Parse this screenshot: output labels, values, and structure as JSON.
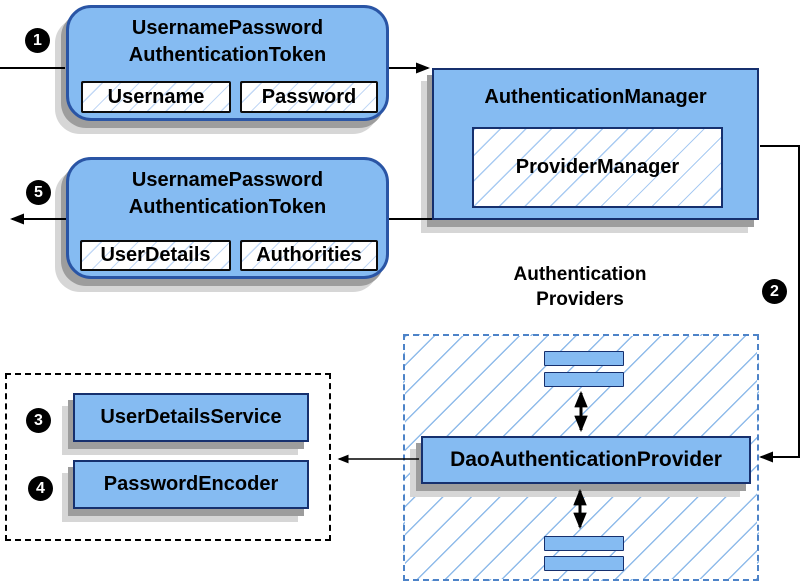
{
  "badges": [
    {
      "number": "1"
    },
    {
      "number": "2"
    },
    {
      "number": "3"
    },
    {
      "number": "4"
    },
    {
      "number": "5"
    }
  ],
  "nodes": {
    "request_token": {
      "title_line1": "UsernamePassword",
      "title_line2": "AuthenticationToken",
      "fields": [
        "Username",
        "Password"
      ]
    },
    "authentication_manager": {
      "title": "AuthenticationManager",
      "inner": "ProviderManager"
    },
    "result_token": {
      "title_line1": "UsernamePassword",
      "title_line2": "AuthenticationToken",
      "fields": [
        "UserDetails",
        "Authorities"
      ]
    },
    "providers_group": {
      "label_line1": "Authentication",
      "label_line2": "Providers"
    },
    "dao_provider": {
      "title": "DaoAuthenticationProvider"
    },
    "user_details_service": {
      "title": "UserDetailsService"
    },
    "password_encoder": {
      "title": "PasswordEncoder"
    }
  },
  "colors": {
    "node_fill": "#85BBF2",
    "node_border": "#16306E",
    "rounded_border": "#2A55A5",
    "hatch_line": "#9CC5F0",
    "region_dash": "#4D83C8",
    "shadow_dark": "#9D9D9D",
    "shadow_light": "#D6D6D6",
    "arrow": "#000000",
    "badge_bg": "#000000",
    "badge_text": "#FFFFFF"
  }
}
